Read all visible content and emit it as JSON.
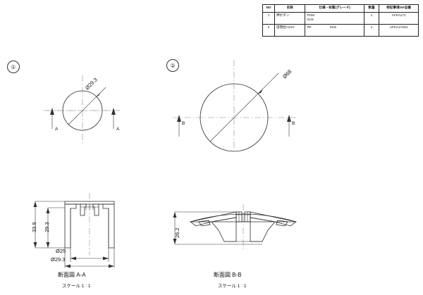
{
  "document": {
    "type": "engineering-drawing",
    "background": "#ffffff",
    "line_color": "#2b2b2b",
    "centerline_color": "#8a8a8a"
  },
  "parts_table": {
    "headers": [
      "NO",
      "名称",
      "仕様・材質(グレード)",
      "数量",
      "特記事項/AF品番"
    ],
    "rows": [
      {
        "no": "1",
        "name": "押ボタン",
        "spec_line1": "POM",
        "spec_line2": "SUS",
        "spec_right": "",
        "qty": "1",
        "part_no": "AFKA171"
      },
      {
        "no": "2",
        "name": "密閉栓ASSY",
        "spec_line1": "PP",
        "spec_line2": "",
        "spec_right": "SUS",
        "qty": "1",
        "part_no": "AFKA172N1"
      }
    ]
  },
  "views": {
    "view1": {
      "marker": "①",
      "diameter_label": "Ø29.3",
      "section_letter_left": "A",
      "section_letter_right": "A"
    },
    "view2": {
      "marker": "②",
      "diameter_label": "Ø68",
      "section_letter_left": "B",
      "section_letter_right": "B"
    },
    "section_aa": {
      "caption": "断面図 A-A",
      "scale": "スケール 1 : 1",
      "dim_height_outer": "33.9",
      "dim_height_inner": "29.3",
      "dim_bore": "Ø25",
      "dim_outer": "Ø29.3"
    },
    "section_bb": {
      "caption": "断面図 B-B",
      "scale": "スケール 1 : 1",
      "dim_height": "26.2"
    }
  }
}
